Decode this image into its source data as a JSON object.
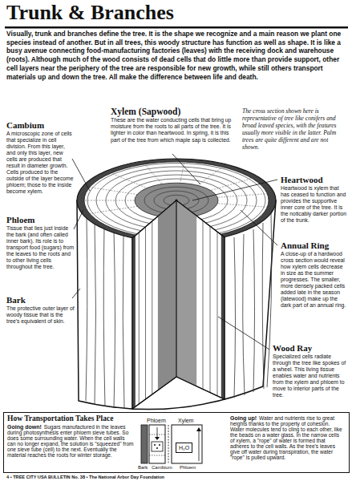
{
  "diagram": {
    "title": "Trunk & Branches",
    "nodes": [
      {
        "text": [
          "How Transportation Takes Place",
          "Going down!",
          "Sugars manufactured in the leaves during photosynthesis enter phloem sieve tubes. So does some surrounding water. When the cell walls can no longer expand, the solution is \"squeezed\" from one sieve tube (cell) to the next. Eventually the material reaches the roots for winter storage.",
          "Going up!",
          "Water and nutrients rise to great heights thanks to the property of cohesion. Water molecules tend to cling to each other, like the beads on a water glass. In the narrow cells of xylem, a \"rope\" of water is formed that adheres to the cell walls. As the tree's leaves give off water during transpiration, the water \"rope\" is pulled upward."
        ]
      },
      {
        "text": [
          "H₂O"
        ],
        "in": 0
      }
    ],
    "labels": [
      "Visually, trunk and branches define the tree. It is the shape we recognize and a main reason we plant one species instead of another. But in all trees, this woody structure has function as well as shape. It is like a busy avenue connecting food-manufacturing factories (leaves) with the receiving dock and warehouse (roots). Although much of the wood consists of dead cells that do little more than provide support, other cell layers near the periphery of the tree are responsible for new growth, while still others transport materials up and down the tree. All make the difference between life and death.",
      "Xylem (Sapwood)",
      "These are the water conducting cells that bring up moisture from the roots to all parts of the tree. It is lighter in color than heartwood. In spring, it is this part of the tree from which maple sap is collected.",
      "The cross section shown here is representative of tree like conifers and broad leaved species, with the features usually more visible in the latter. Palm trees are quite different and are not shown.",
      "Cambium",
      "A microscopic zone of cells that specialize in cell division. From this layer, and only this layer, new cells are produced that result in diameter growth. Cells produced to the outside of the layer become phloem; those to the inside become xylem.",
      "Heartwood",
      "Heartwood is xylem that has ceased to function and provides the supportive inner core of the tree. It is the noticably darker portion of the trunk.",
      "Phloem",
      "Tissue that lies just inside the bark (and often called inner bark). Its role is to transport food (sugars) from the leaves to the roots and to other living cells throughout the tree.",
      "Annual Ring",
      "A close-up of a hardwood cross section would reveal how xylem cells decrease in size as the summer progresses. The smaller, more densely packed cells added late in the season (latewood) make up the dark part of an annual ring.",
      "Bark",
      "The protective outer layer of woody tissue that is the tree's equivalent of skin.",
      "Wood Ray",
      "Specialized cells radiate through the tree like spokes of a wheel. This living tissue enables water and nutrients from the xylem and phloem to move to interior parts of the tree.",
      "Phloem",
      "Xylem",
      "Bark",
      "Cambium",
      "Phloem",
      "4 • TREE CITY USA BULLETIN No. 38 • The National Arbor Day Foundation"
    ]
  }
}
